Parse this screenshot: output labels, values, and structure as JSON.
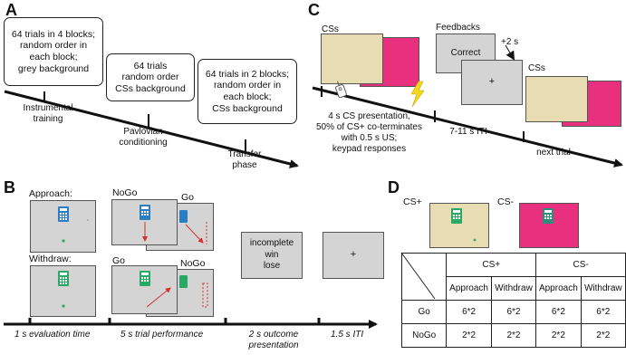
{
  "panels": {
    "a": "A",
    "b": "B",
    "c": "C",
    "d": "D"
  },
  "panel_a": {
    "boxes": [
      "64 trials in 4 blocks;\nrandom order in\neach block;\ngrey background",
      "64 trials\nrandom order\nCSs background",
      "64 trials in 2 blocks;\nrandom order in\neach block;\nCSs background"
    ],
    "phases": [
      "Instrumental\ntraining",
      "Pavlovian\nconditioning",
      "Transfer\nphase"
    ]
  },
  "panel_b": {
    "approach_label": "Approach:",
    "withdraw_label": "Withdraw:",
    "nogo_top": "NoGo",
    "go_top": "Go",
    "go_bottom": "Go",
    "nogo_bottom": "NoGo",
    "outcome_text": "incomplete\nwin\nlose",
    "fixation": "+",
    "timeline": [
      "1 s evaluation time",
      "5 s trial performance",
      "2 s outcome\npresentation",
      "1.5 s ITI"
    ]
  },
  "panel_c": {
    "css_label": "CSs",
    "feedbacks_label": "Feedbacks",
    "feedback_word": "Correct",
    "fixation": "+",
    "plus2s": "+2 s",
    "css_label2": "CSs",
    "timeline": [
      "4 s CS presentation,\n50% of CS+ co-terminates\nwith 0.5 s US;\nkeypad responses",
      "7-11 s ITI",
      "next trial"
    ]
  },
  "panel_d": {
    "csplus_label": "CS+",
    "csminus_label": "CS-",
    "table": {
      "group_headers": [
        "CS+",
        "CS-"
      ],
      "sub_headers": [
        "Approach",
        "Withdraw",
        "Approach",
        "Withdraw"
      ],
      "rows": [
        {
          "label": "Go",
          "cells": [
            "6*2",
            "6*2",
            "6*2",
            "6*2"
          ]
        },
        {
          "label": "NoGo",
          "cells": [
            "2*2",
            "2*2",
            "2*2",
            "2*2"
          ]
        }
      ]
    }
  },
  "colors": {
    "grey_screen": "#d4d4d4",
    "cs_beige": "#e8dcb2",
    "cs_pink": "#e8307f",
    "blue_icon": "#2a7fc4",
    "green_icon": "#2aa866",
    "red_line": "#d43030",
    "lightning": "#f3d81c"
  }
}
